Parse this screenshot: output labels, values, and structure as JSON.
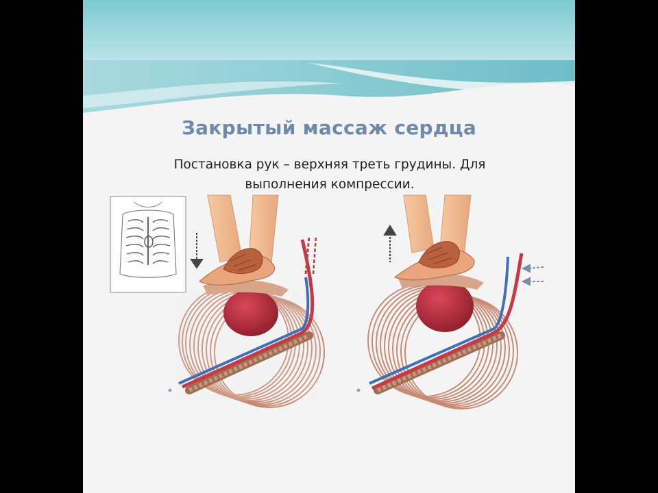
{
  "slide": {
    "title": "Закрытый массаж сердца",
    "subtitle_line1": "Постановка рук – верхняя треть грудины. Для",
    "subtitle_line2": "выполнения компрессии."
  },
  "colors": {
    "frame": "#000000",
    "slide_background": "#f4f4f4",
    "wave_teal": "#6fbec8",
    "title": "#6f8aa8",
    "heart": "#b8283a",
    "ribs": "#c98a74",
    "skin": "#f2b98f"
  },
  "illustrations": {
    "left_panel": "compression-down",
    "right_panel": "release-up"
  },
  "icons": [
    "down-arrow-icon",
    "up-arrow-icon",
    "inflow-arrows-icon"
  ]
}
